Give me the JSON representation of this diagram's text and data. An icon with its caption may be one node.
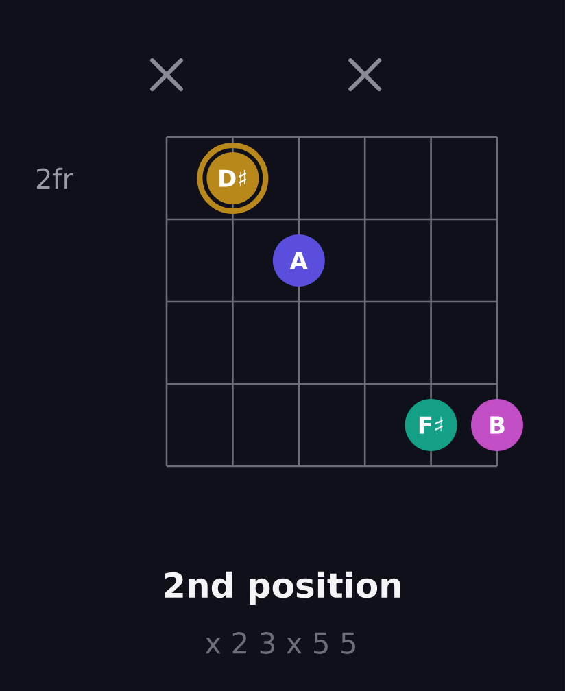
{
  "diagram": {
    "title": "2nd position",
    "nodes": [
      {
        "text": [
          "D♯"
        ]
      },
      {
        "text": [
          "A"
        ]
      },
      {
        "text": [
          "F♯"
        ]
      },
      {
        "text": [
          "B"
        ]
      }
    ],
    "labels": [
      "2fr",
      "x 2 3 x 5 5"
    ]
  }
}
